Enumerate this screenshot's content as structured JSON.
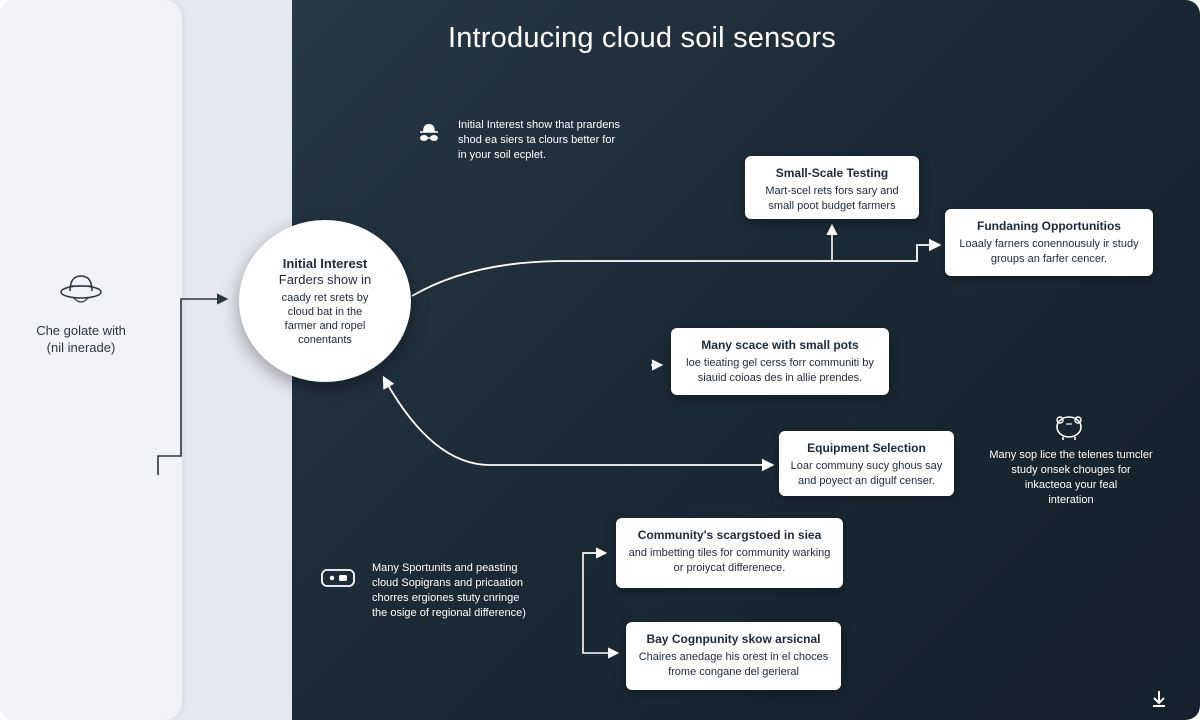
{
  "title": "Introducing cloud soil sensors",
  "left_panel": {
    "caption_lines": [
      "Che golate with",
      "(nil inerade)"
    ]
  },
  "top_note": {
    "lines": [
      "Initial Interest show that prardens",
      "shod ea siers ta clours better for",
      "in your soil ecplet."
    ]
  },
  "center_node": {
    "title": "Initial Interest",
    "subtitle": "Farders show in",
    "lines": [
      "caady ret srets by",
      "cloud bat in the",
      "farmer and ropel",
      "conentants"
    ]
  },
  "cards": {
    "small_scale": {
      "title": "Small-Scale Testing",
      "lines": [
        "Mart-scel rets fors sary and",
        "small poot budget farmers"
      ]
    },
    "funding": {
      "title": "Fundaning Opportunitios",
      "lines": [
        "Loaaly farners conennousuly ir study",
        "groups an farfer cencer."
      ]
    },
    "many_space": {
      "title": "Many scace with small pots",
      "lines": [
        "loe tieating gel cerss forr communiti by",
        "siauid coioas des in allie prendes."
      ]
    },
    "equipment": {
      "title": "Equipment Selection",
      "lines": [
        "Loar communy sucy ghous say",
        "and poyect an digulf censer."
      ]
    },
    "community": {
      "title": "Community's scargstoed in siea",
      "lines": [
        "and imbetting tiles for community warking",
        "or proiycat differenece."
      ]
    },
    "bay": {
      "title": "Bay Cognpunity skow arsicnal",
      "lines": [
        "Chaires anedage his orest in el choces",
        "frome congane del gerieral"
      ]
    }
  },
  "right_note": {
    "lines": [
      "Many sop lice the telenes tumcler",
      "study onsek chouges for",
      "inkacteoa your feal",
      "interation"
    ]
  },
  "bottom_note": {
    "lines": [
      "Many Sportunits and peasting",
      "cloud Sopigrans and pricaation",
      "chorres ergiones stuty cnringe",
      "the osige of regional difference)"
    ]
  },
  "icons": {
    "left": "farmer-hat-icon",
    "top": "farmer-glasses-icon",
    "right": "piggy-bank-icon",
    "bottom": "sensor-device-icon",
    "corner": "download-icon"
  },
  "colors": {
    "canvas": "#1b2a37",
    "panel_light": "#f1f3f6",
    "panel_mid": "#e5e8ee",
    "connector": "#ffffff",
    "left_connector": "#2b3540"
  }
}
